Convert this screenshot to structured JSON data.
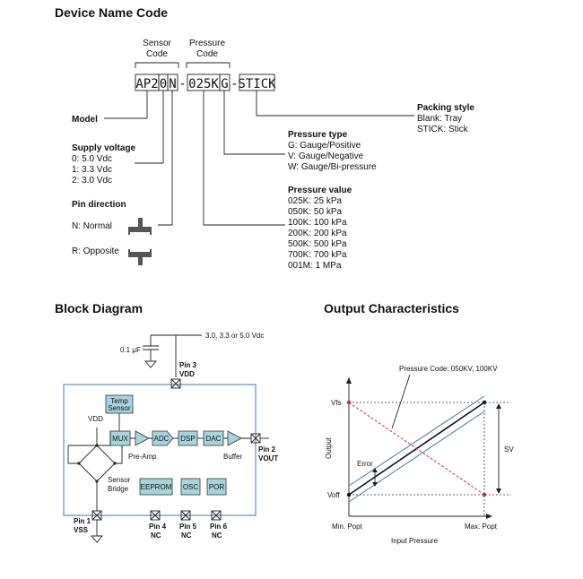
{
  "device_name_code": {
    "title": "Device Name Code",
    "sensor_code_label": [
      "Sensor",
      "Code"
    ],
    "pressure_code_label": [
      "Pressure",
      "Code"
    ],
    "code_chars": [
      "AP2",
      "0",
      "N",
      "-",
      "025K",
      "G",
      "-",
      "STICK"
    ],
    "model": {
      "label": "Model"
    },
    "supply_voltage": {
      "label": "Supply voltage",
      "items": [
        "0: 5.0 Vdc",
        "1: 3.3 Vdc",
        "2: 3.0 Vdc"
      ]
    },
    "pin_direction": {
      "label": "Pin direction",
      "items": [
        "N: Normal",
        "R: Opposite"
      ]
    },
    "packing_style": {
      "label": "Packing style",
      "items": [
        "Blank: Tray",
        "STICK: Stick"
      ]
    },
    "pressure_type": {
      "label": "Pressure type",
      "items": [
        "G: Gauge/Positive",
        "V: Gauge/Negative",
        "W: Gauge/Bi-pressure"
      ]
    },
    "pressure_value": {
      "label": "Pressure value",
      "items": [
        "025K: 25 kPa",
        "050K: 50 kPa",
        "100K: 100 kPa",
        "200K: 200 kPa",
        "500K: 500 kPa",
        "700K: 700 kPa",
        "001M: 1 MPa"
      ]
    }
  },
  "block_diagram": {
    "title": "Block Diagram",
    "supply_text": "3.0, 3.3 or 5.0 Vdc",
    "cap_text": "0.1 μF",
    "pin3": [
      "Pin 3",
      "VDD"
    ],
    "pin2": [
      "Pin 2",
      "VOUT"
    ],
    "pin1": [
      "Pin 1",
      "VSS"
    ],
    "pin4": [
      "Pin 4",
      "NC"
    ],
    "pin5": [
      "Pin 5",
      "NC"
    ],
    "pin6": [
      "Pin 6",
      "NC"
    ],
    "vdd": "VDD",
    "temp_sensor": [
      "Temp",
      "Sensor"
    ],
    "mux": "MUX",
    "adc": "ADC",
    "dsp": "DSP",
    "dac": "DAC",
    "preamp": "Pre-Amp",
    "buffer": "Buffer",
    "sensor_bridge": [
      "Sensor",
      "Bridge"
    ],
    "eeprom": "EEPROM",
    "osc": "OSC",
    "por": "POR",
    "colors": {
      "block_fill": "#a6d4dd",
      "frame": "#3a78b8"
    }
  },
  "output_characteristics": {
    "title": "Output Characteristics",
    "pressure_code_note": "Pressure Code: 050KV, 100KV",
    "vfs": "Vfs",
    "voff": "Voff",
    "error": "Error",
    "sv": "SV",
    "ylabel": "Output",
    "xlabel": "Input Pressure",
    "xmin": "Min. Popt",
    "xmax": "Max. Popt",
    "colors": {
      "ideal": "#111111",
      "tolerance": "#3a78b8",
      "inverse": "#e0282e"
    }
  }
}
